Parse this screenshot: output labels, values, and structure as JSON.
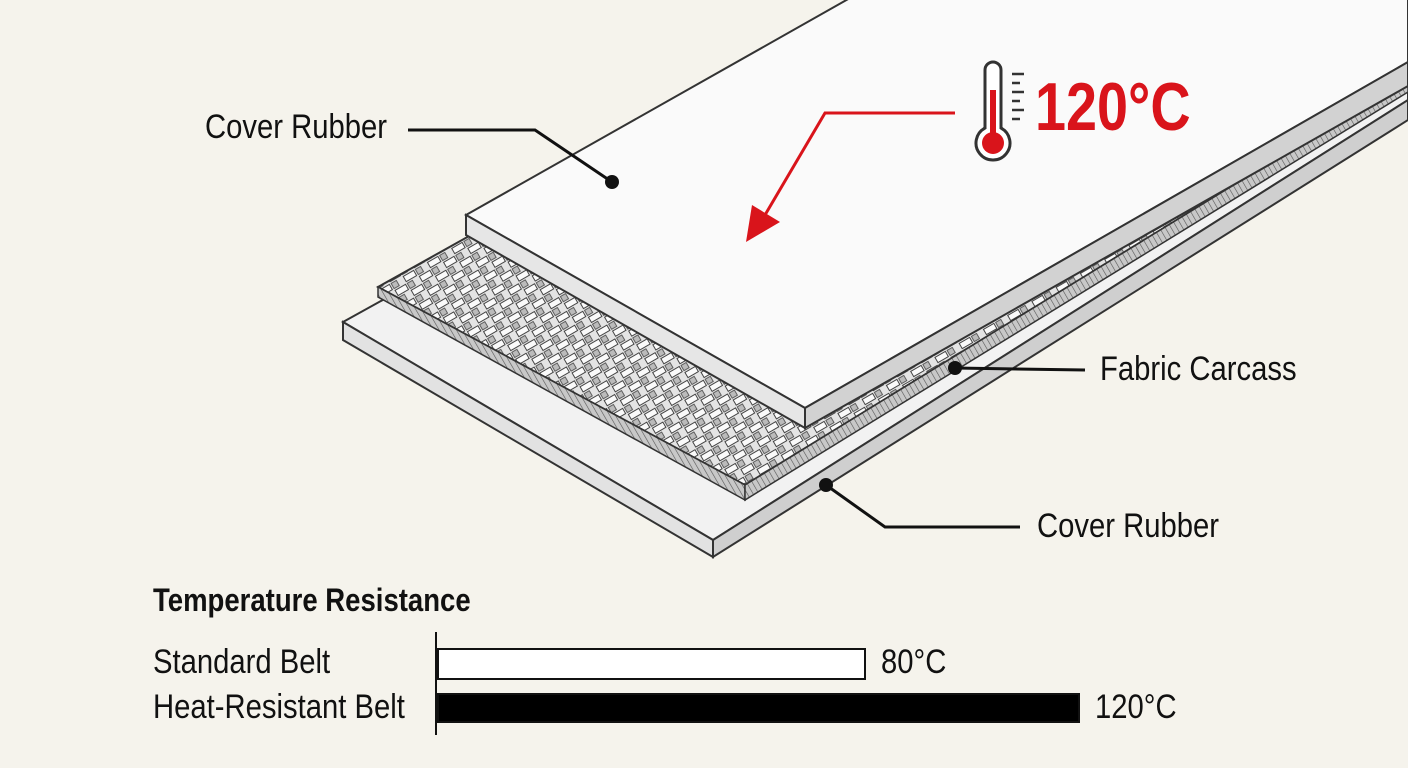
{
  "labels": {
    "top_cover": "Cover Rubber",
    "carcass": "Fabric Carcass",
    "bottom_cover": "Cover Rubber"
  },
  "heat_callout": {
    "icon": "thermometer-icon",
    "text": "120°C",
    "color": "#d9141b"
  },
  "chart_data": {
    "type": "bar",
    "orientation": "horizontal",
    "title": "Temperature Resistance",
    "categories": [
      "Standard Belt",
      "Heat-Resistant Belt"
    ],
    "values": [
      80,
      120
    ],
    "value_labels": [
      "80°C",
      "120°C"
    ],
    "unit": "°C",
    "colors": [
      "#ffffff",
      "#000000"
    ],
    "xlim": [
      0,
      120
    ]
  }
}
